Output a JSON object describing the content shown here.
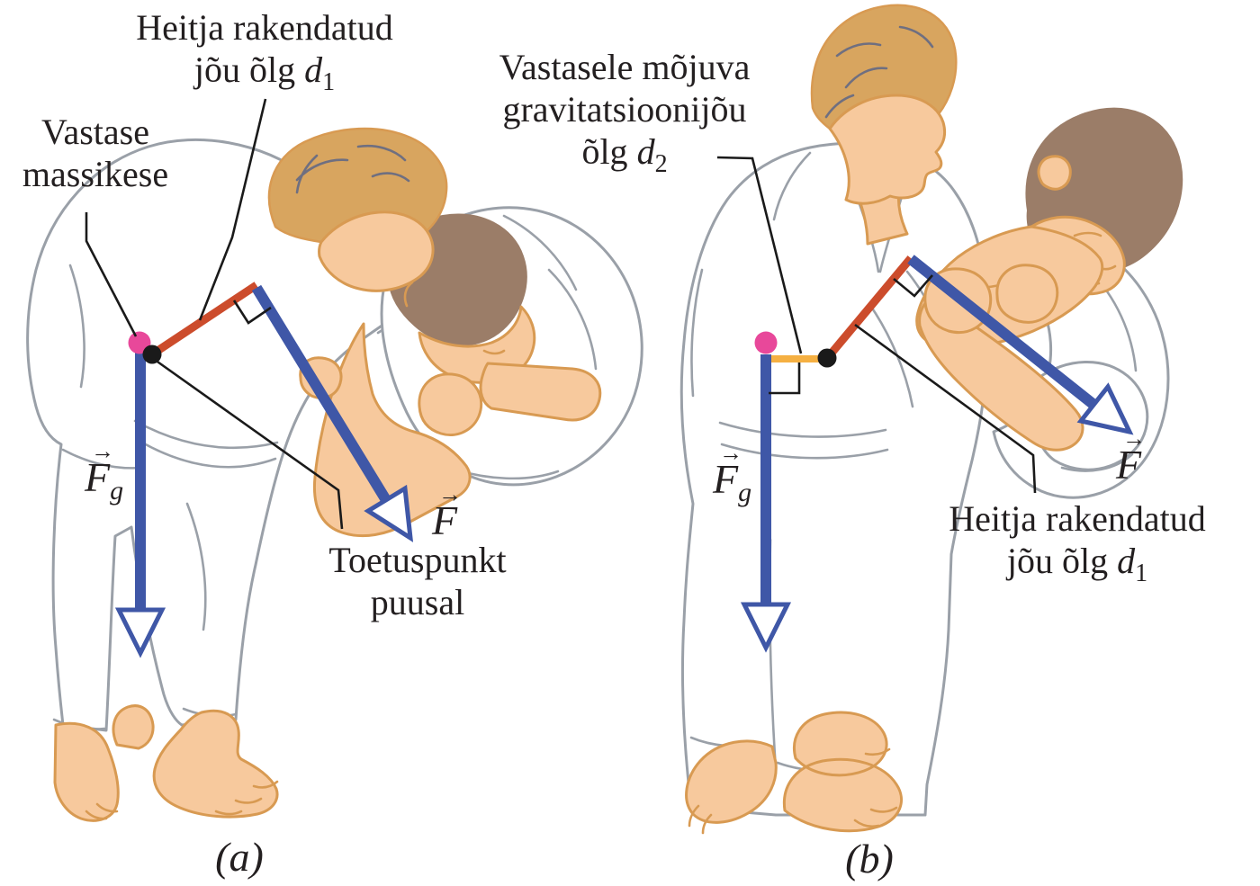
{
  "colors": {
    "ink": "#231f20",
    "blue": "#3f57a7",
    "red": "#cc4c2c",
    "yellow": "#f5b042",
    "pink": "#e8489a",
    "pivot": "#1a1a1a",
    "skin": "#f7c99d",
    "skin_line": "#d89a52",
    "hair_blond": "#d8a55f",
    "hair_brown": "#9b7d68",
    "hair_line": "#6f6f80",
    "gi": "#ffffff",
    "gi_line": "#9aa0a8",
    "leader": "#1a1a1a",
    "bg": "#ffffff"
  },
  "labels": {
    "lever_d1_top": {
      "line1": "Heitja rakendatud",
      "line2_pre": "jõu õlg ",
      "sym": "d",
      "sub": "1"
    },
    "opponent_com": {
      "line1": "Vastase",
      "line2": "massikese"
    },
    "lever_d2": {
      "line1": "Vastasele mõjuva",
      "line2": "gravitatsioonijõu",
      "line3_pre": "õlg ",
      "sym": "d",
      "sub": "2"
    },
    "pivot_hip": {
      "line1": "Toetuspunkt",
      "line2": "puusal"
    },
    "lever_d1_right": {
      "line1": "Heitja rakendatud",
      "line2_pre": "jõu õlg ",
      "sym": "d",
      "sub": "1"
    },
    "force_applied": {
      "arrow": "→",
      "sym": "F"
    },
    "force_gravity": {
      "arrow": "→",
      "sym": "F",
      "sub": "g"
    },
    "panel_a": "(a)",
    "panel_b": "(b)"
  }
}
